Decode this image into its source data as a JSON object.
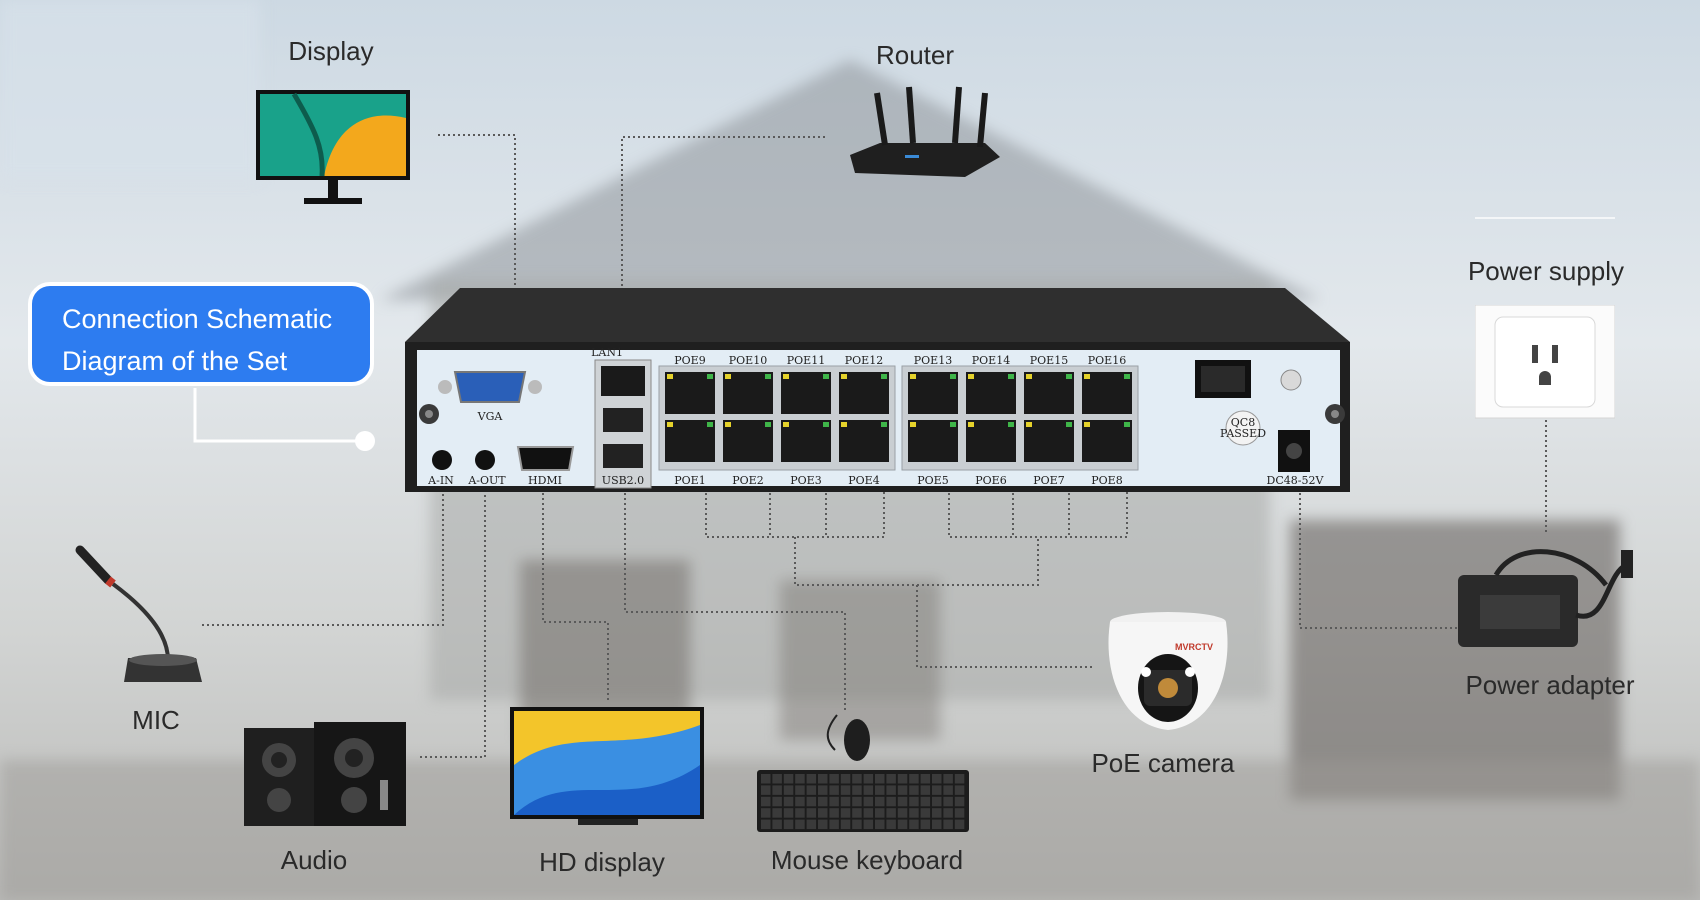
{
  "title": {
    "line1": "Connection Schematic",
    "line2": "Diagram of the Set"
  },
  "devices": {
    "display": "Display",
    "router": "Router",
    "power_supply": "Power supply",
    "power_adapter": "Power adapter",
    "mic": "MIC",
    "audio": "Audio",
    "hd_display": "HD display",
    "mouse_keyboard": "Mouse keyboard",
    "poe_camera": "PoE camera"
  },
  "nvr": {
    "top_ports": [
      "POE9",
      "POE10",
      "POE11",
      "POE12",
      "POE13",
      "POE14",
      "POE15",
      "POE16"
    ],
    "bottom_ports": [
      "POE1",
      "POE2",
      "POE3",
      "POE4",
      "POE5",
      "POE6",
      "POE7",
      "POE8"
    ],
    "lan": "LAN1",
    "vga": "VGA",
    "a_in": "A-IN",
    "a_out": "A-OUT",
    "hdmi": "HDMI",
    "usb": "USB2.0",
    "dc": "DC48-52V",
    "qc_line1": "QC8",
    "qc_line2": "PASSED",
    "camera_brand": "MVRCTV"
  },
  "colors": {
    "accent": "#2d7cf0",
    "nvr_body": "#2b2b2b",
    "nvr_panel": "#e3edf5"
  }
}
